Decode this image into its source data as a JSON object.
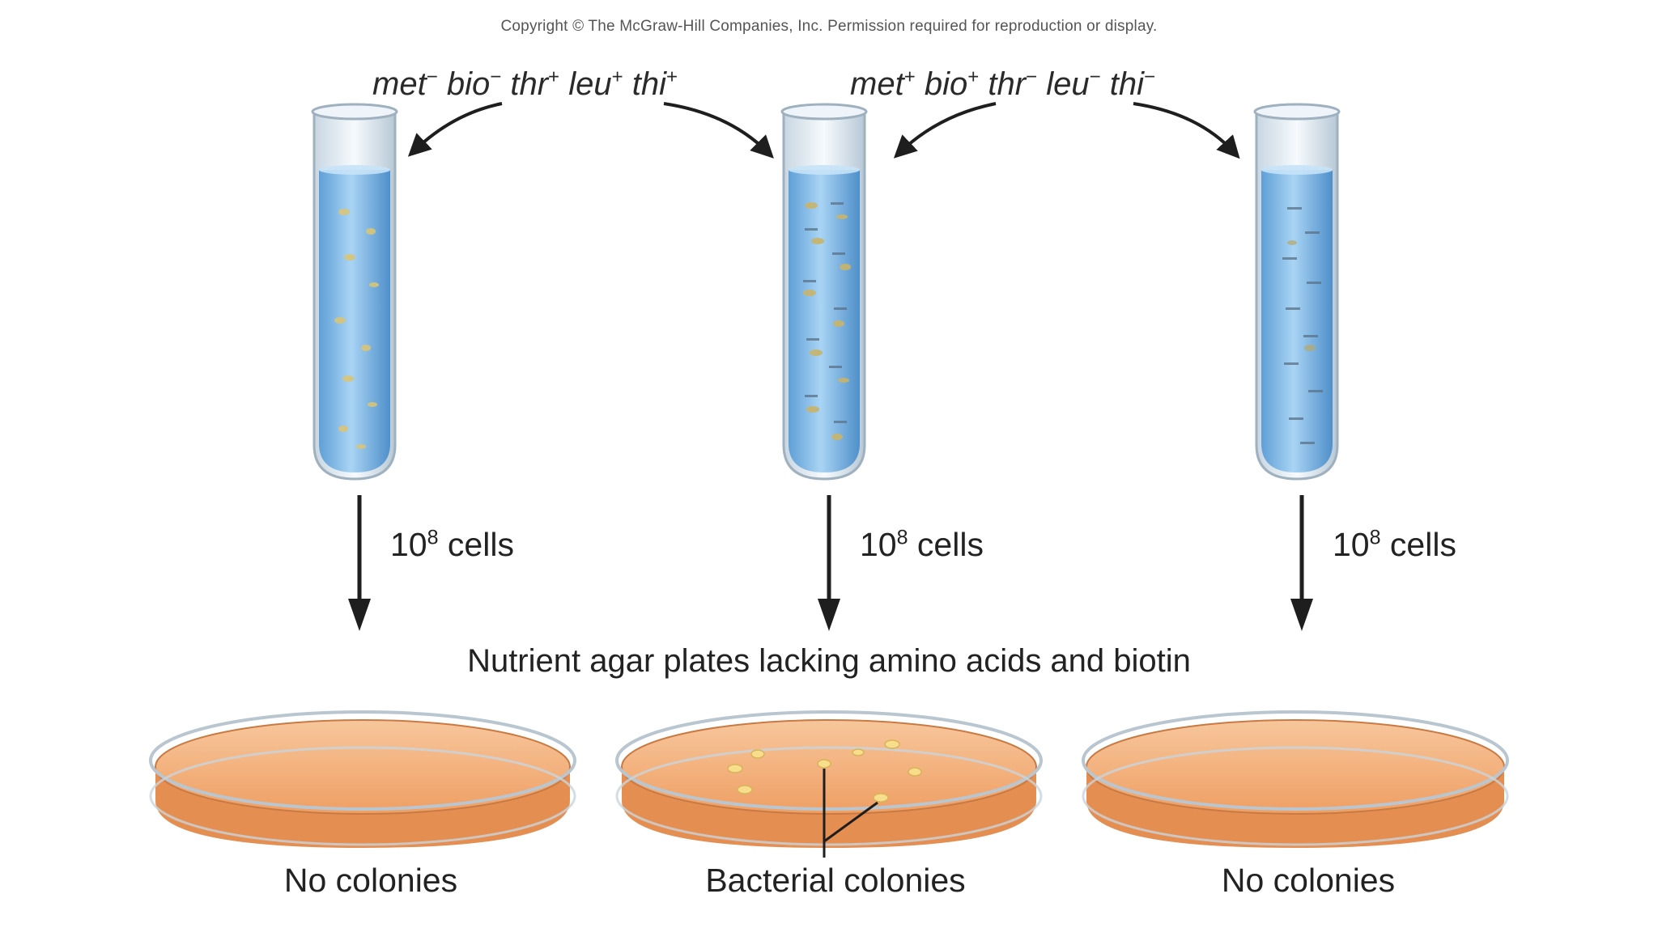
{
  "copyright": "Copyright © The McGraw-Hill Companies, Inc. Permission required for reproduction or display.",
  "strains": [
    {
      "genes": [
        {
          "name": "met",
          "sign": "−"
        },
        {
          "name": "bio",
          "sign": "−"
        },
        {
          "name": "thr",
          "sign": "+"
        },
        {
          "name": "leu",
          "sign": "+"
        },
        {
          "name": "thi",
          "sign": "+"
        }
      ]
    },
    {
      "genes": [
        {
          "name": "met",
          "sign": "+"
        },
        {
          "name": "bio",
          "sign": "+"
        },
        {
          "name": "thr",
          "sign": "−"
        },
        {
          "name": "leu",
          "sign": "−"
        },
        {
          "name": "thi",
          "sign": "−"
        }
      ]
    }
  ],
  "transfers": [
    {
      "base": "10",
      "exp": "8",
      "unit": "cells"
    },
    {
      "base": "10",
      "exp": "8",
      "unit": "cells"
    },
    {
      "base": "10",
      "exp": "8",
      "unit": "cells"
    }
  ],
  "medium_label": "Nutrient agar plates lacking amino acids and biotin",
  "results": [
    {
      "label": "No colonies"
    },
    {
      "label": "Bacterial colonies"
    },
    {
      "label": "No colonies"
    }
  ],
  "colors": {
    "liquid": "#8fc3ec",
    "agar": "#f4b27c",
    "arrow": "#1e1e1e"
  }
}
